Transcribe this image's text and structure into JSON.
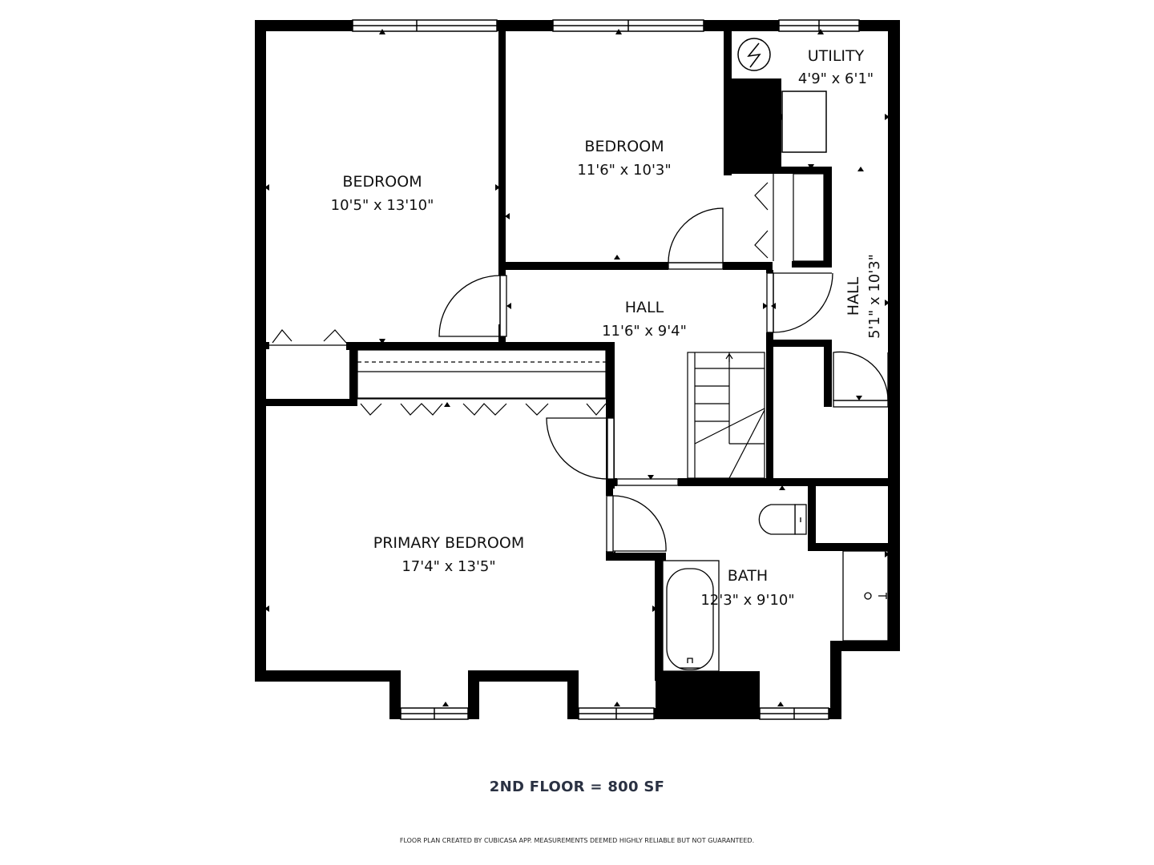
{
  "rooms": {
    "bedroom_1": {
      "name": "BEDROOM",
      "size": "10'5\" x 13'10\""
    },
    "bedroom_2": {
      "name": "BEDROOM",
      "size": "11'6\" x 10'3\""
    },
    "utility": {
      "name": "UTILITY",
      "size": "4'9\" x 6'1\""
    },
    "hall_main": {
      "name": "HALL",
      "size": "11'6\" x 9'4\""
    },
    "hall_side": {
      "name": "HALL",
      "size": "5'1\" x 10'3\""
    },
    "primary_bedroom": {
      "name": "PRIMARY BEDROOM",
      "size": "17'4\" x 13'5\""
    },
    "bath": {
      "name": "BATH",
      "size": "12'3\" x 9'10\""
    }
  },
  "footer": {
    "summary": "2ND FLOOR = 800 SF",
    "disclaimer": "FLOOR PLAN CREATED BY CUBICASA APP. MEASUREMENTS DEEMED HIGHLY RELIABLE BUT NOT GUARANTEED."
  },
  "colors": {
    "wall": "#000000",
    "text": "#111111",
    "summary": "#2a3142"
  },
  "icons": [
    "electrical-panel-icon",
    "toilet-icon",
    "bathtub-icon",
    "sink-icon",
    "stairs-icon"
  ]
}
